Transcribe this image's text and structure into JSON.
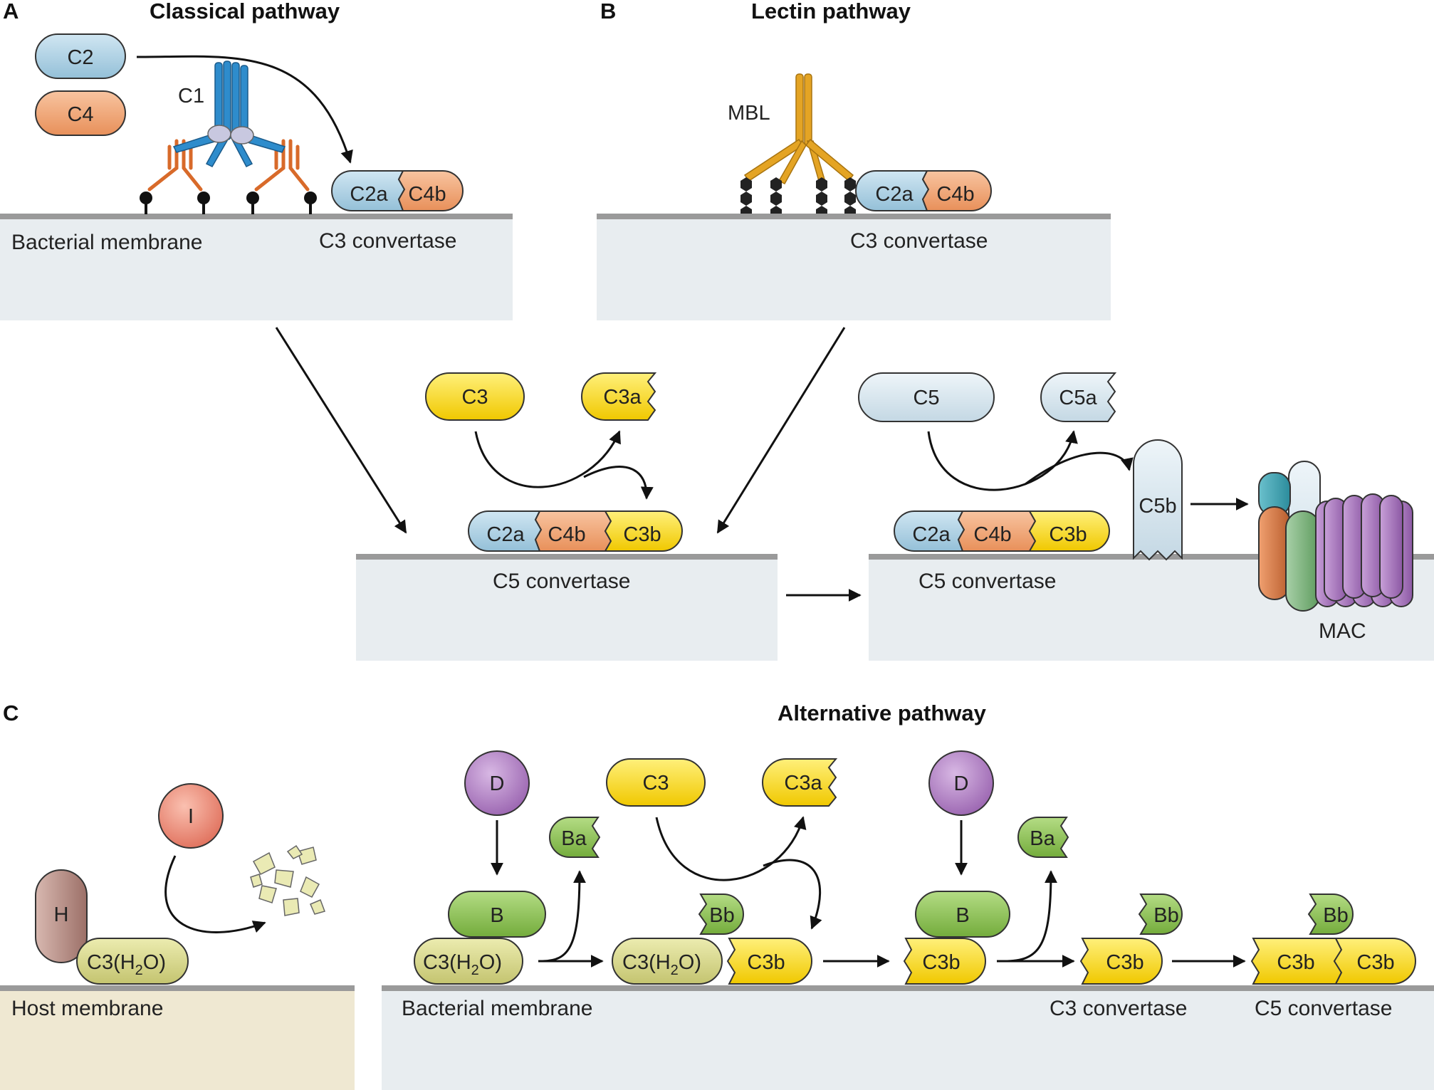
{
  "panels": {
    "a": {
      "letter": "A",
      "title": "Classical pathway"
    },
    "b": {
      "letter": "B",
      "title": "Lectin pathway"
    },
    "c": {
      "letter": "C",
      "title": "Alternative pathway"
    }
  },
  "labels": {
    "c1": "C1",
    "mbl": "MBL",
    "bacterial_membrane": "Bacterial membrane",
    "host_membrane": "Host membrane",
    "c3_convertase": "C3 convertase",
    "c5_convertase": "C5 convertase",
    "mac": "MAC"
  },
  "molecules": {
    "c2": "C2",
    "c4": "C4",
    "c2a": "C2a",
    "c4b": "C4b",
    "c3": "C3",
    "c3a": "C3a",
    "c3b": "C3b",
    "c5": "C5",
    "c5a": "C5a",
    "c5b": "C5b",
    "d": "D",
    "b": "B",
    "ba": "Ba",
    "bb": "Bb",
    "i": "I",
    "h": "H",
    "c3h2o_prefix": "C3(H",
    "c3h2o_sub": "2",
    "c3h2o_suffix": "O)"
  },
  "colors": {
    "membrane_surface": "#e8edf0",
    "host_surface": "#efe8d2",
    "membrane_line": "#9a9a9a",
    "c2_blue": "#b2d4e6",
    "c4_orange": "#f0a878",
    "c3_yellow": "#f7d91b",
    "c5_lightblue": "#d6e6ee",
    "d_purple": "#b484c4",
    "b_green": "#8ec454",
    "i_red": "#ec8470",
    "h_brown": "#b89088",
    "c3h2o_olive": "#d6d68c",
    "c1_blue": "#2e8ccc",
    "mbl_gold": "#e4a424",
    "antibody_orange": "#d86a2a",
    "mac_purple": "#b080c4"
  }
}
